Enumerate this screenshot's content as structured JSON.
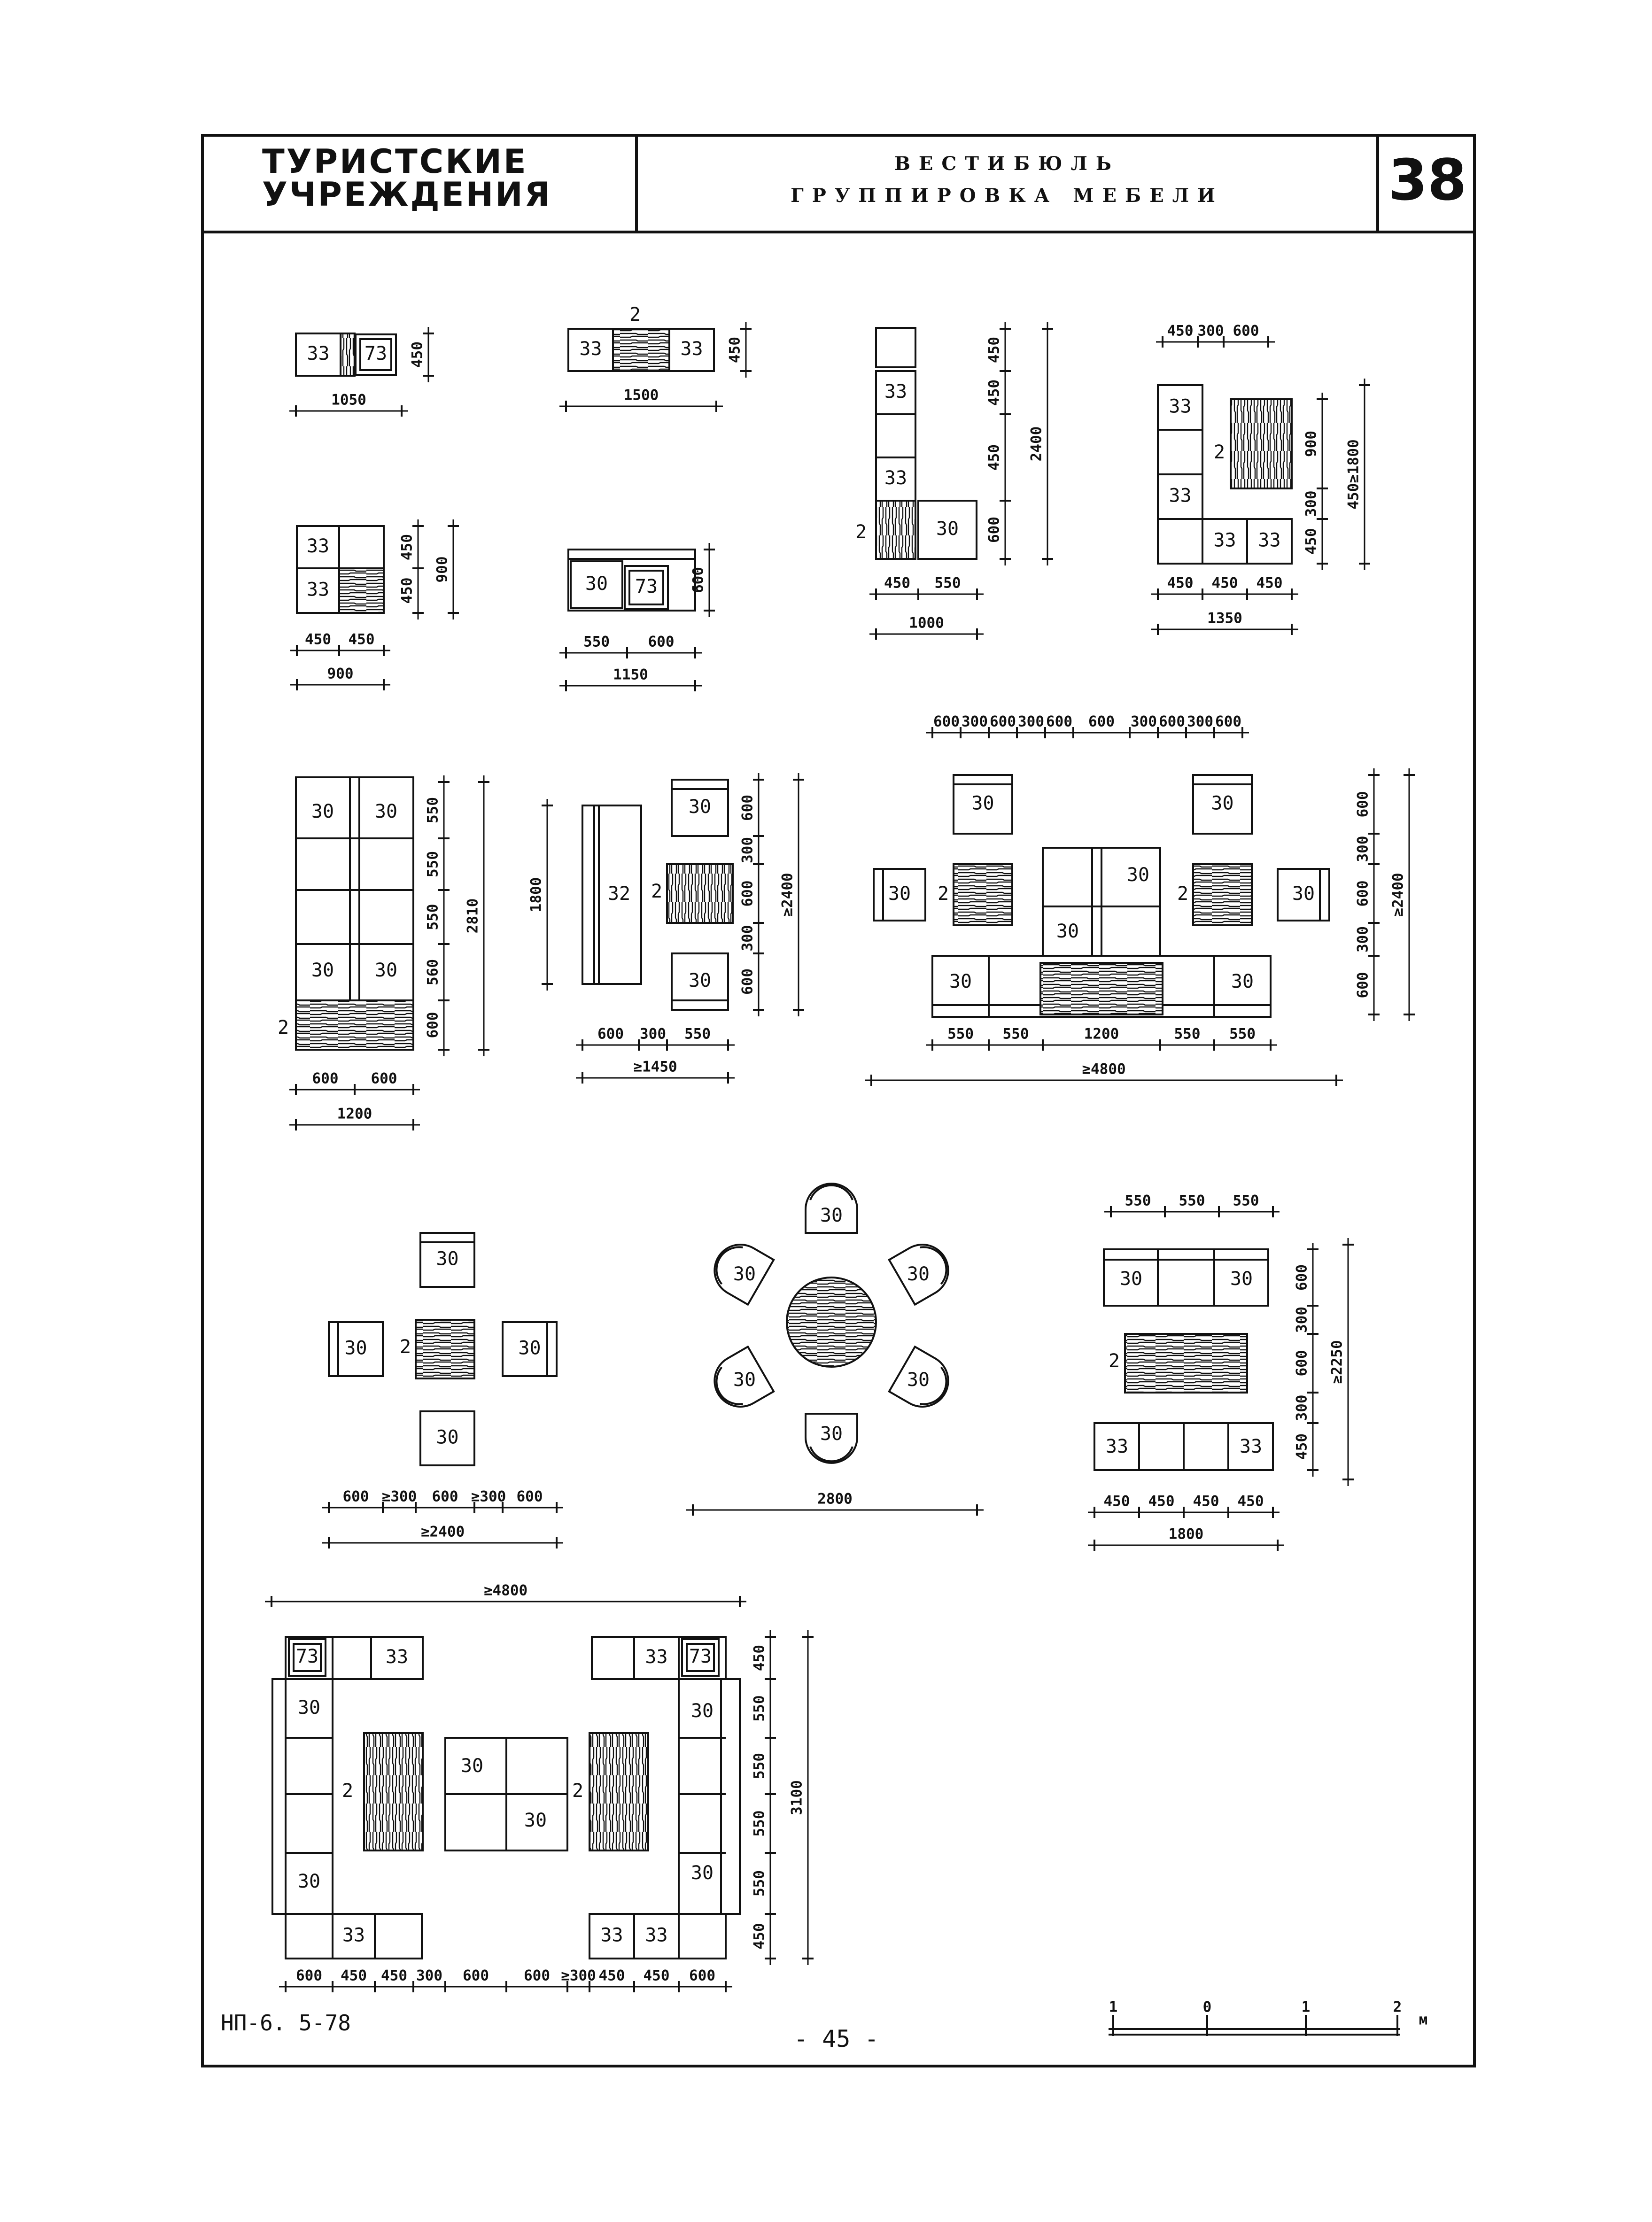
{
  "header": {
    "series_line1": "ТУРИСТСКИЕ",
    "series_line2": "УЧРЕЖДЕНИЯ",
    "subject_line1": "ВЕСТИБЮЛЬ",
    "subject_line2": "ГРУППИРОВКА МЕБЕЛИ",
    "sheet_number": "38"
  },
  "footer": {
    "doc_code": "НП-6. 5-78",
    "page_number": "- 45 -"
  },
  "scale_bar": {
    "ticks": [
      "1",
      "0",
      "1",
      "2"
    ],
    "unit": "м"
  },
  "item_codes": {
    "chair": "30",
    "armchair": "33",
    "table": "2",
    "sofa": "32",
    "side_table": "73"
  },
  "dimensions": {
    "g1": [
      "1050",
      "450"
    ],
    "g2": [
      "1500",
      "450"
    ],
    "g3": [
      "450",
      "550",
      "1000",
      "450",
      "450",
      "450",
      "600",
      "2400"
    ],
    "g4": [
      "450",
      "300",
      "600",
      "450",
      "450",
      "450",
      "1350",
      "900",
      "1800",
      "450",
      "300",
      "≥"
    ],
    "g5": [
      "450",
      "450",
      "900",
      "450",
      "450",
      "900"
    ],
    "g6": [
      "550",
      "600",
      "1150",
      "600"
    ],
    "g7": [
      "600",
      "600",
      "1200",
      "550",
      "550",
      "550",
      "560",
      "600",
      "2810"
    ],
    "g8": [
      "600",
      "300",
      "550",
      "≥1450",
      "1800",
      "600",
      "300",
      "600",
      "300",
      "600",
      "≥2400"
    ],
    "g9_top": [
      "600",
      "300",
      "600",
      "300",
      "600",
      "600",
      "300",
      "600",
      "300",
      "600"
    ],
    "g9_bottom": [
      "550",
      "550",
      "1200",
      "550",
      "550",
      "≥4800"
    ],
    "g9_right": [
      "600",
      "300",
      "600",
      "300",
      "600",
      "≥2400"
    ],
    "g10": [
      "600",
      "≥300",
      "600",
      "≥300",
      "600",
      "≥2400"
    ],
    "g11": [
      "2800"
    ],
    "g12": [
      "550",
      "550",
      "550",
      "450",
      "450",
      "450",
      "450",
      "1800",
      "600",
      "300",
      "600",
      "300",
      "450",
      "≥2250"
    ],
    "g13_top": [
      "≥4800"
    ],
    "g13_bottom": [
      "600",
      "450",
      "450",
      "300",
      "600",
      "600",
      "≥300",
      "450",
      "450",
      "600"
    ],
    "g13_right": [
      "450",
      "550",
      "550",
      "550",
      "550",
      "450",
      "3100"
    ]
  }
}
